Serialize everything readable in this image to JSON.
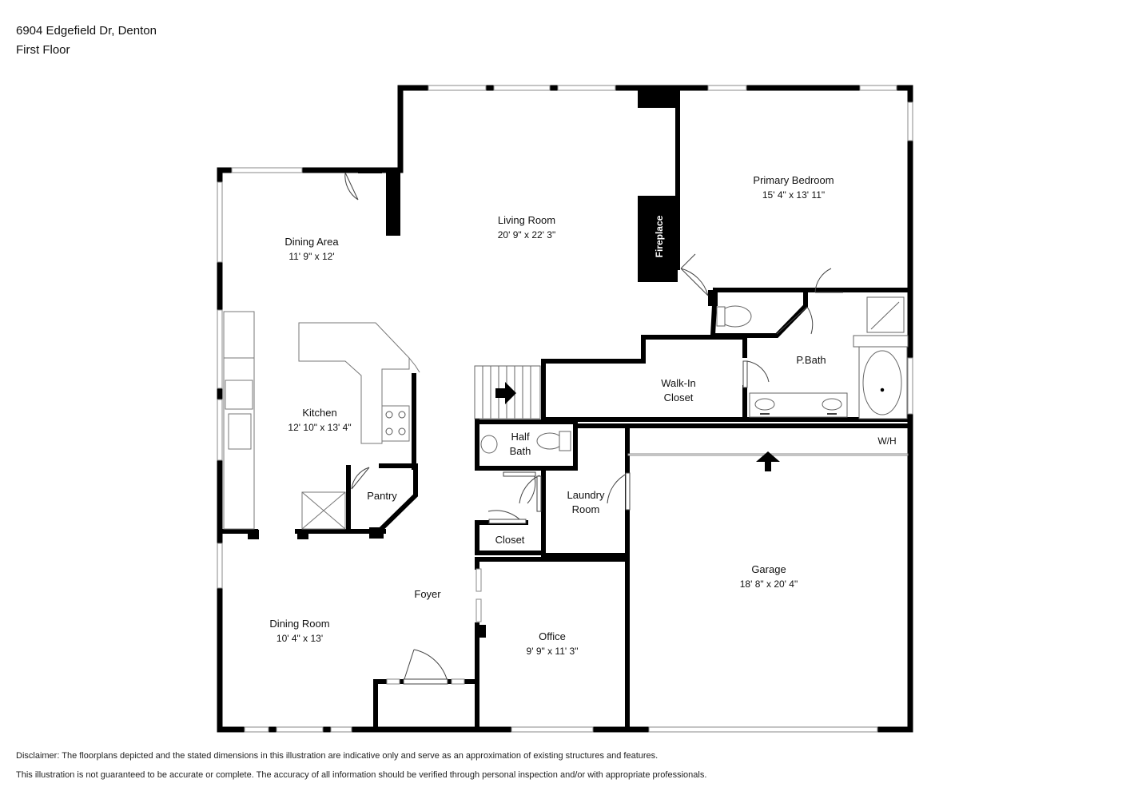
{
  "header": {
    "address": "6904 Edgefield Dr, Denton",
    "floor": "First Floor"
  },
  "rooms": {
    "living_room": {
      "name": "Living Room",
      "dims": "20' 9\" x 22' 3\""
    },
    "primary_bedroom": {
      "name": "Primary Bedroom",
      "dims": "15' 4\" x 13' 11\""
    },
    "dining_area": {
      "name": "Dining Area",
      "dims": "11' 9\" x 12'"
    },
    "kitchen": {
      "name": "Kitchen",
      "dims": "12' 10\" x 13' 4\""
    },
    "pantry": {
      "name": "Pantry"
    },
    "half_bath": {
      "line1": "Half",
      "line2": "Bath"
    },
    "walk_in_closet": {
      "line1": "Walk-In",
      "line2": "Closet"
    },
    "p_bath": {
      "name": "P.Bath"
    },
    "laundry": {
      "line1": "Laundry",
      "line2": "Room"
    },
    "closet": {
      "name": "Closet"
    },
    "foyer": {
      "name": "Foyer"
    },
    "dining_room": {
      "name": "Dining Room",
      "dims": "10' 4\" x 13'"
    },
    "office": {
      "name": "Office",
      "dims": "9' 9\" x 11' 3\""
    },
    "garage": {
      "name": "Garage",
      "dims": "18' 8\" x 20' 4\""
    }
  },
  "features": {
    "fireplace": "Fireplace",
    "water_heater": "W/H"
  },
  "disclaimer": {
    "line1": "Disclaimer: The floorplans depicted and the stated dimensions in this illustration are indicative only and serve as an approximation of existing structures and features.",
    "line2": "This illustration is not guaranteed to be accurate or complete. The accuracy of all information should be verified through personal inspection and/or with appropriate professionals."
  },
  "colors": {
    "wall": "#000000",
    "window": "#ffffff",
    "fixture": "#555555"
  }
}
